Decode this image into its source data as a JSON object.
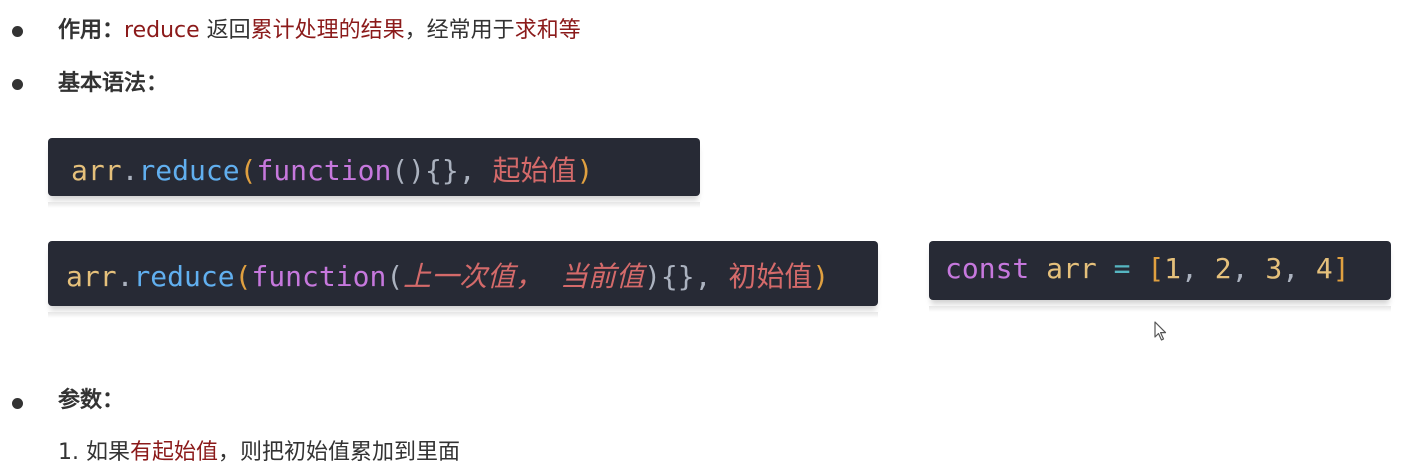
{
  "item1": {
    "label": "作用：",
    "t1": "reduce",
    "t2": " 返回",
    "t3": "累计处理的结果",
    "t4": "，经常用于",
    "t5": "求和等"
  },
  "item2": {
    "label": "基本语法："
  },
  "code1": {
    "arr": "arr",
    "dot": ".",
    "reduce": "reduce",
    "open": "(",
    "function": "function",
    "parens": "()",
    "braces": "{}",
    "comma": ", ",
    "init": "起始值",
    "close": ")"
  },
  "code2": {
    "arr": "arr",
    "dot": ".",
    "reduce": "reduce",
    "open": "(",
    "function": "function",
    "open2": "(",
    "prev": "上一次值",
    "comma1": "， ",
    "cur": "当前值",
    "close2": ")",
    "braces": "{}",
    "comma2": ", ",
    "init": "初始值",
    "close": ")"
  },
  "code3": {
    "const": "const",
    "arr": "arr",
    "eq": "=",
    "lb": "[",
    "n1": "1",
    "n2": "2",
    "n3": "3",
    "n4": "4",
    "sep": ", ",
    "rb": "]"
  },
  "item3": {
    "label": "参数："
  },
  "list": {
    "num": "1. ",
    "t1": "如果",
    "t2": "有起始值",
    "t3": "，则把初始值累加到里面"
  }
}
